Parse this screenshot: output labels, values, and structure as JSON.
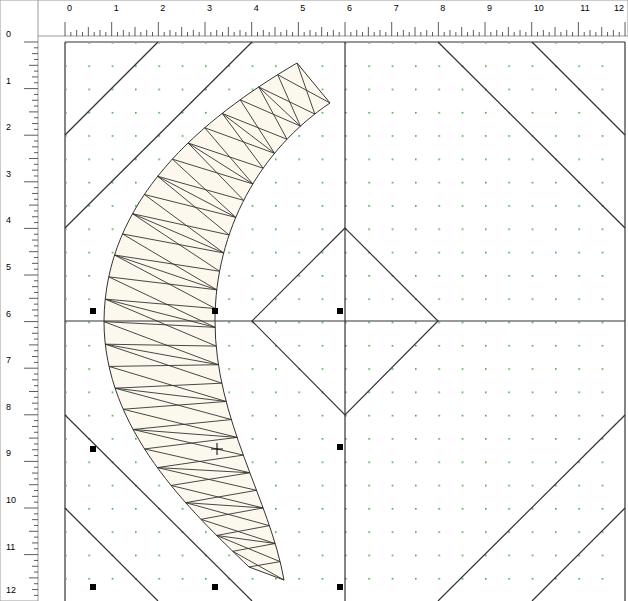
{
  "diagram": {
    "labels": [
      "0",
      "1",
      "2",
      "3",
      "4",
      "5",
      "6",
      "7",
      "8",
      "9",
      "10",
      "11",
      "12",
      "0",
      "1",
      "2",
      "3",
      "4",
      "5",
      "6",
      "7",
      "8",
      "9",
      "10",
      "11",
      "12"
    ]
  }
}
